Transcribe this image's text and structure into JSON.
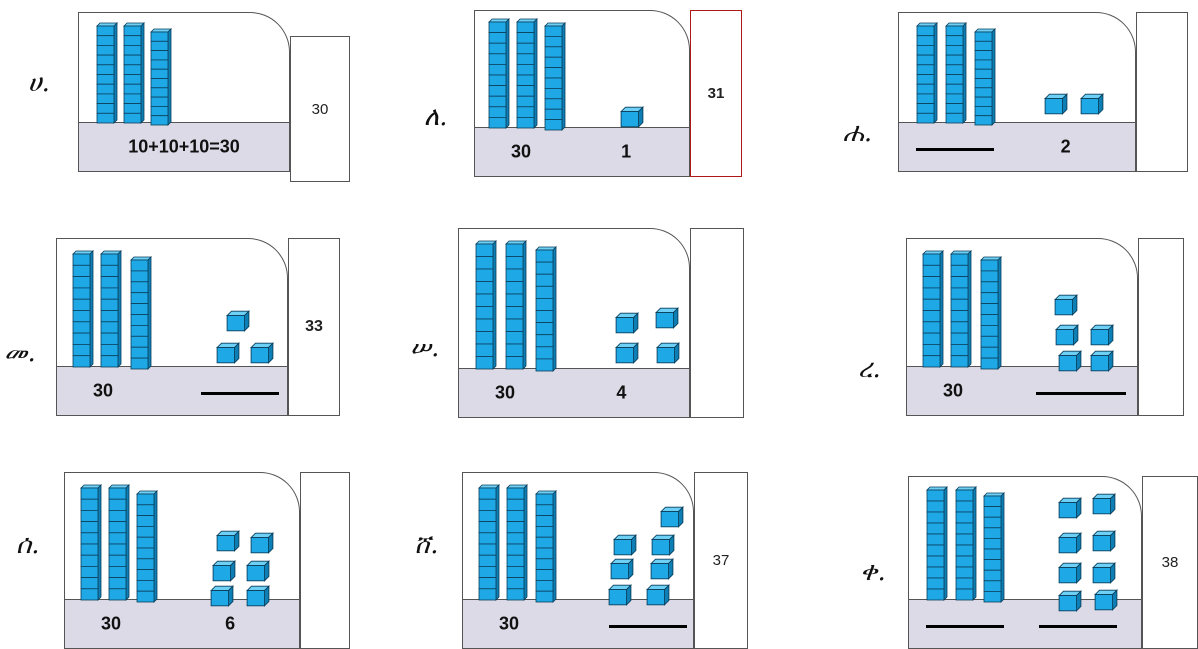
{
  "panels": [
    {
      "letter": "ሀ.",
      "tens": 3,
      "ones": 0,
      "band_tens": "10+10+10=30",
      "band_ones": "",
      "answer": "30"
    },
    {
      "letter": "ለ.",
      "tens": 3,
      "ones": 1,
      "band_tens": "30",
      "band_ones": "1",
      "answer": "31"
    },
    {
      "letter": "ሐ.",
      "tens": 3,
      "ones": 2,
      "band_tens": "",
      "band_ones": "2",
      "answer": ""
    },
    {
      "letter": "መ.",
      "tens": 3,
      "ones": 3,
      "band_tens": "30",
      "band_ones": "",
      "answer": "33"
    },
    {
      "letter": "ሠ.",
      "tens": 3,
      "ones": 4,
      "band_tens": "30",
      "band_ones": "4",
      "answer": ""
    },
    {
      "letter": "ረ.",
      "tens": 3,
      "ones": 5,
      "band_tens": "30",
      "band_ones": "",
      "answer": ""
    },
    {
      "letter": "ሰ.",
      "tens": 3,
      "ones": 6,
      "band_tens": "30",
      "band_ones": "6",
      "answer": ""
    },
    {
      "letter": "ሸ.",
      "tens": 3,
      "ones": 7,
      "band_tens": "30",
      "band_ones": "",
      "answer": "37"
    },
    {
      "letter": "ቀ.",
      "tens": 3,
      "ones": 8,
      "band_tens": "",
      "band_ones": "",
      "answer": "38"
    }
  ],
  "colors": {
    "cube_face": "#1ea8e6",
    "cube_top": "#6fd0f5",
    "cube_side": "#0e7fb4",
    "band": "#dcdae6",
    "highlight_border": "#b01818"
  }
}
